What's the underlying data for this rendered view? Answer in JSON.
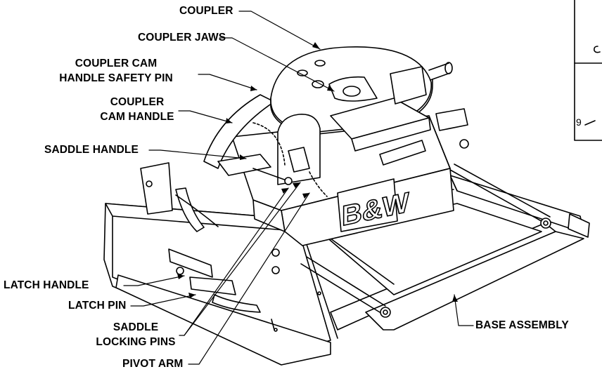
{
  "labels": {
    "coupler": "COUPLER",
    "coupler_jaws": "COUPLER JAWS",
    "cam_handle_safety_pin": [
      "COUPLER CAM",
      "HANDLE SAFETY PIN"
    ],
    "cam_handle": [
      "COUPLER",
      "CAM HANDLE"
    ],
    "saddle_handle": "SADDLE HANDLE",
    "latch_handle": "LATCH HANDLE",
    "latch_pin": "LATCH PIN",
    "saddle_locking_pins": [
      "SADDLE",
      "LOCKING PINS"
    ],
    "pivot_arm": "PIVOT ARM",
    "base_assembly": "BASE ASSEMBLY"
  },
  "brand_logo_text": "B&W",
  "inset": {
    "number": "9"
  },
  "colors": {
    "ink": "#000000",
    "background": "#ffffff"
  }
}
